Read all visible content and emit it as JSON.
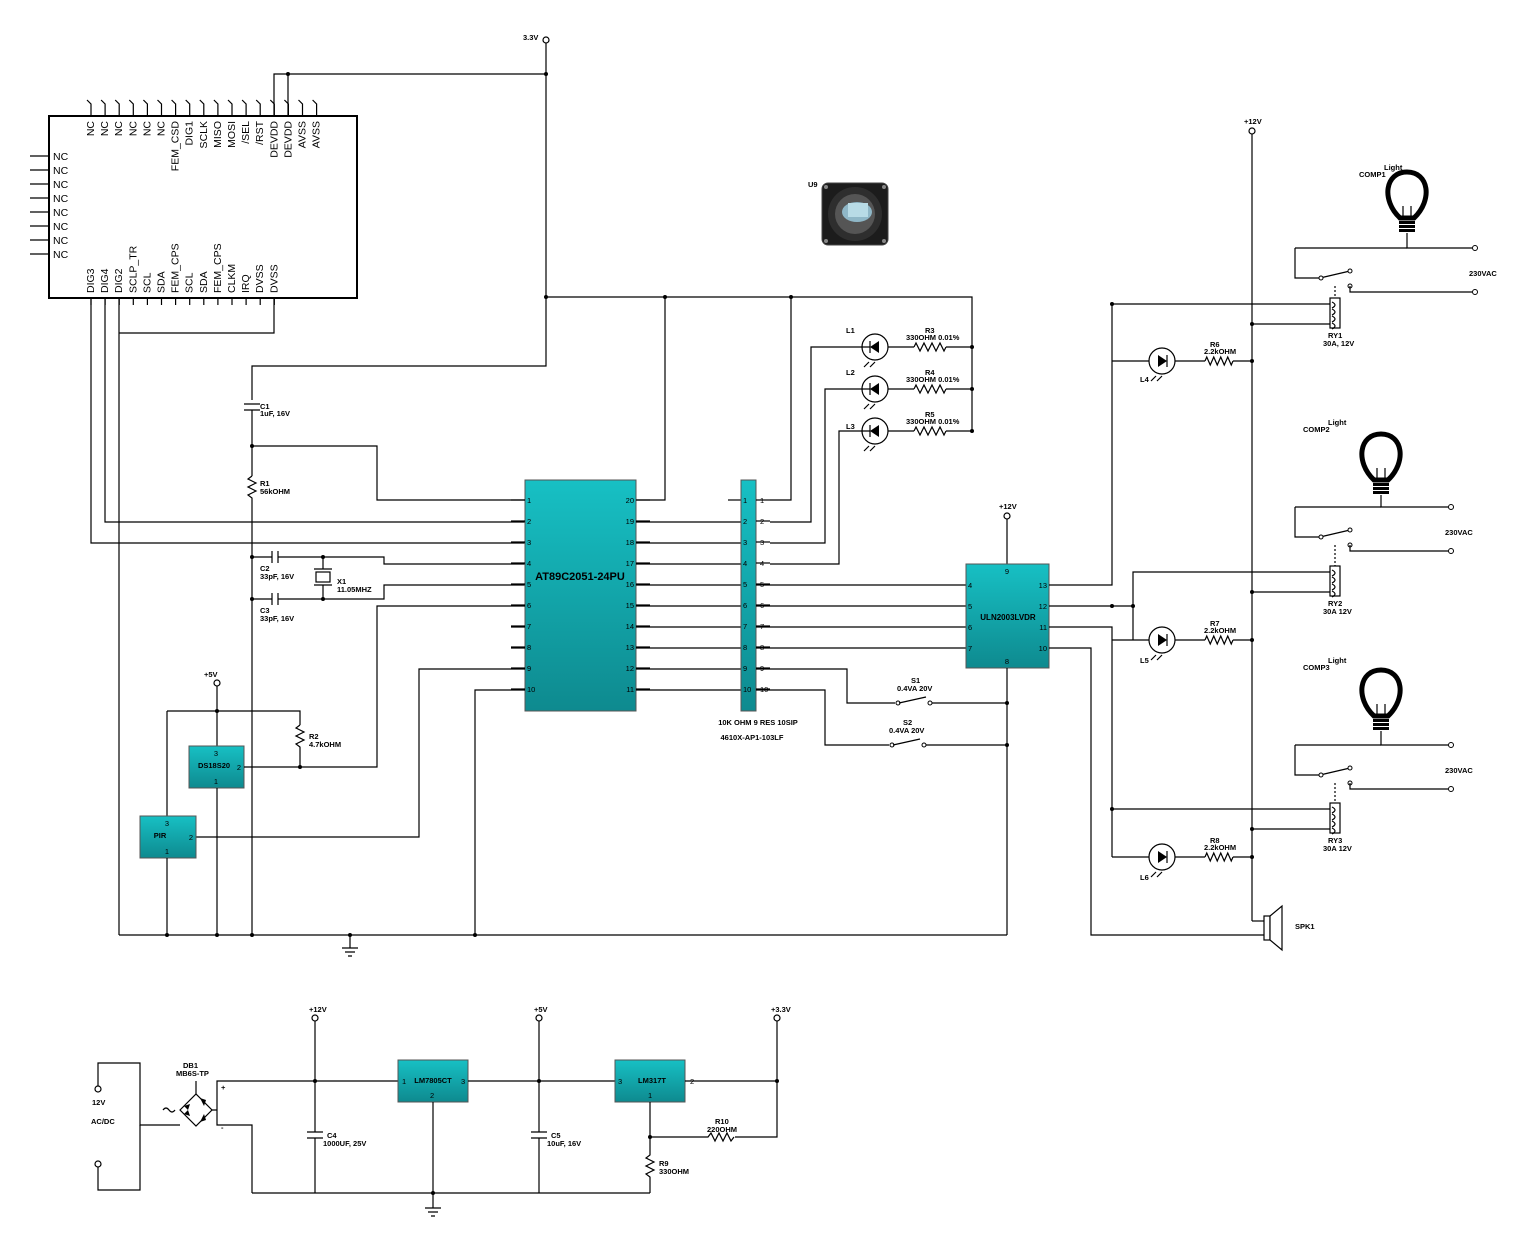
{
  "module": {
    "top_pins": [
      "NC",
      "NC",
      "NC",
      "NC",
      "NC",
      "NC",
      "FEM_CSD",
      "DIG1",
      "SCLK",
      "MISO",
      "MOSI",
      "/SEL",
      "/RST",
      "DEVDD",
      "DEVDD",
      "AVSS",
      "AVSS"
    ],
    "left_pins": [
      "NC",
      "NC",
      "NC",
      "NC",
      "NC",
      "NC",
      "NC",
      "NC"
    ],
    "bottom_pins": [
      "DIG3",
      "DIG4",
      "DIG2",
      "SCLP_TR",
      "SCL",
      "SDA",
      "FEM_CPS",
      "SCL",
      "SDA",
      "FEM_CPS",
      "CLKM",
      "IRQ",
      "DVSS",
      "DVSS"
    ]
  },
  "rails": {
    "v33_top": "3.3V",
    "v12_top": "+12V",
    "v12_uln": "+12V",
    "v5_ds": "+5V",
    "v12_psu": "+12V",
    "v5_psu": "+5V",
    "v33_psu": "+3.3V"
  },
  "mcu": {
    "name": "AT89C2051-24PU",
    "left_pins": [
      "1",
      "2",
      "3",
      "4",
      "5",
      "6",
      "7",
      "8",
      "9",
      "10"
    ],
    "right_pins": [
      "20",
      "19",
      "18",
      "17",
      "16",
      "15",
      "14",
      "13",
      "12",
      "11"
    ]
  },
  "sip": {
    "left_pins": [
      "1",
      "2",
      "3",
      "4",
      "5",
      "6",
      "7",
      "8",
      "9",
      "10"
    ],
    "right_pins": [
      "1",
      "2",
      "3",
      "4",
      "5",
      "6",
      "7",
      "8",
      "9",
      "10"
    ],
    "label1": "10K OHM 9 RES 10SIP",
    "label2": "4610X-AP1-103LF"
  },
  "uln": {
    "name": "ULN2003LVDR",
    "left_pins": [
      "4",
      "5",
      "6",
      "7"
    ],
    "right_pins": [
      "13",
      "12",
      "11",
      "10"
    ],
    "top_pin": "9",
    "bottom_pin": "8"
  },
  "components": {
    "c1": {
      "ref": "C1",
      "value": "1uF, 16V"
    },
    "r1": {
      "ref": "R1",
      "value": "56kOHM"
    },
    "c2": {
      "ref": "C2",
      "value": "33pF, 16V"
    },
    "c3": {
      "ref": "C3",
      "value": "33pF, 16V"
    },
    "x1": {
      "ref": "X1",
      "value": "11.05MHZ"
    },
    "r2": {
      "ref": "R2",
      "value": "4.7kOHM"
    },
    "ds": {
      "name": "DS18S20",
      "pin_top": "3",
      "pin_right": "2",
      "pin_bottom": "1"
    },
    "pir": {
      "name": "PIR",
      "pin_top": "3",
      "pin_right": "2",
      "pin_bottom": "1"
    },
    "u9": "U9",
    "l1": "L1",
    "l2": "L2",
    "l3": "L3",
    "r3": {
      "ref": "R3",
      "value": "330OHM 0.01%"
    },
    "r4": {
      "ref": "R4",
      "value": "330OHM 0.01%"
    },
    "r5": {
      "ref": "R5",
      "value": "330OHM 0.01%"
    },
    "s1": {
      "ref": "S1",
      "value": "0.4VA 20V"
    },
    "s2": {
      "ref": "S2",
      "value": "0.4VA 20V"
    },
    "l4": "L4",
    "l5": "L5",
    "l6": "L6",
    "r6": {
      "ref": "R6",
      "value": "2.2kOHM"
    },
    "r7": {
      "ref": "R7",
      "value": "2.2kOHM"
    },
    "r8": {
      "ref": "R8",
      "value": "2.2kOHM"
    },
    "ry1": {
      "ref": "RY1",
      "value": "30A, 12V"
    },
    "ry2": {
      "ref": "RY2",
      "value": "30A 12V"
    },
    "ry3": {
      "ref": "RY3",
      "value": "30A 12V"
    },
    "light1": {
      "a": "Light",
      "b": "COMP1"
    },
    "light2": {
      "a": "Light",
      "b": "COMP2"
    },
    "light3": {
      "a": "Light",
      "b": "COMP3"
    },
    "vac1": "230VAC",
    "vac2": "230VAC",
    "vac3": "230VAC",
    "spk": "SPK1"
  },
  "psu": {
    "db1": {
      "ref": "DB1",
      "value": "MB6S-TP"
    },
    "in_12v": "12V",
    "in_acdc": "AC/DC",
    "plus": "+",
    "minus": "-",
    "reg1": {
      "name": "LM7805CT",
      "p1": "1",
      "p2": "2",
      "p3": "3"
    },
    "reg2": {
      "name": "LM317T",
      "p1": "1",
      "p2": "2",
      "p3": "3"
    },
    "c4": {
      "ref": "C4",
      "value": "1000UF, 25V"
    },
    "c5": {
      "ref": "C5",
      "value": "10uF, 16V"
    },
    "r9": {
      "ref": "R9",
      "value": "330OHM"
    },
    "r10": {
      "ref": "R10",
      "value": "220OHM"
    }
  },
  "colors": {
    "chip_fill": "#13a8ad",
    "chip_dark": "#0d7f84",
    "wire": "#000000"
  }
}
